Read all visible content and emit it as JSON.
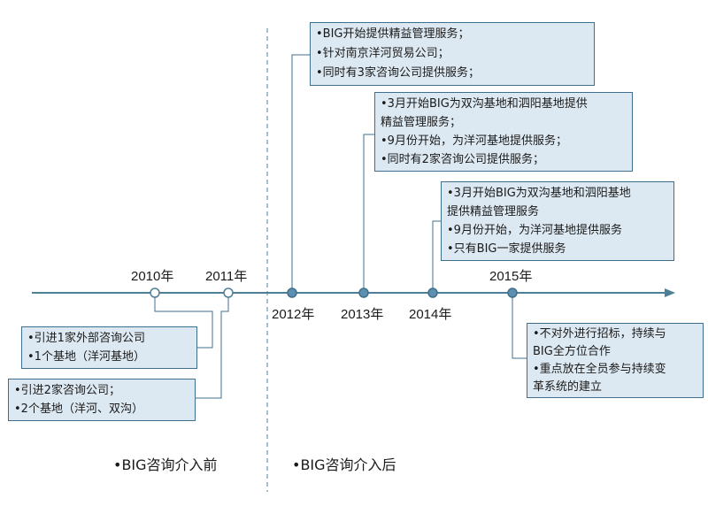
{
  "timeline": {
    "years": [
      {
        "id": "2010",
        "label": "2010年"
      },
      {
        "id": "2011",
        "label": "2011年"
      },
      {
        "id": "2012",
        "label": "2012年"
      },
      {
        "id": "2013",
        "label": "2013年"
      },
      {
        "id": "2014",
        "label": "2014年"
      },
      {
        "id": "2015",
        "label": "2015年"
      }
    ],
    "axis_color": "#4d7f96",
    "milestone_fill": "#5d8fb0",
    "open_marker_fill": "#ffffff"
  },
  "boxes": {
    "y2010": [
      "•引进1家外部咨询公司",
      "•1个基地（洋河基地）"
    ],
    "y2011": [
      "•引进2家咨询公司；",
      "•2个基地（洋河、双沟）"
    ],
    "y2012": [
      "•BIG开始提供精益管理服务；",
      "•针对南京洋河贸易公司；",
      "•同时有3家咨询公司提供服务；"
    ],
    "y2013": [
      "•3月开始BIG为双沟基地和泗阳基地提供",
      "  精益管理服务；",
      "•9月份开始，为洋河基地提供服务；",
      "•同时有2家咨询公司提供服务；"
    ],
    "y2014": [
      "•3月开始BIG为双沟基地和泗阳基地",
      "  提供精益管理服务",
      "•9月份开始，为洋河基地提供服务",
      "•只有BIG一家提供服务"
    ],
    "y2015": [
      "•不对外进行招标，持续与",
      "  BIG全方位合作",
      "•重点放在全员参与持续变",
      "  革系统的建立"
    ]
  },
  "sections": {
    "before": "•BIG咨询介入前",
    "after": "•BIG咨询介入后"
  },
  "colors": {
    "box_fill": "#dde9f2",
    "box_border": "#3f6f8c",
    "connector": "#3f6f8c",
    "divider": "#4d7f96"
  }
}
